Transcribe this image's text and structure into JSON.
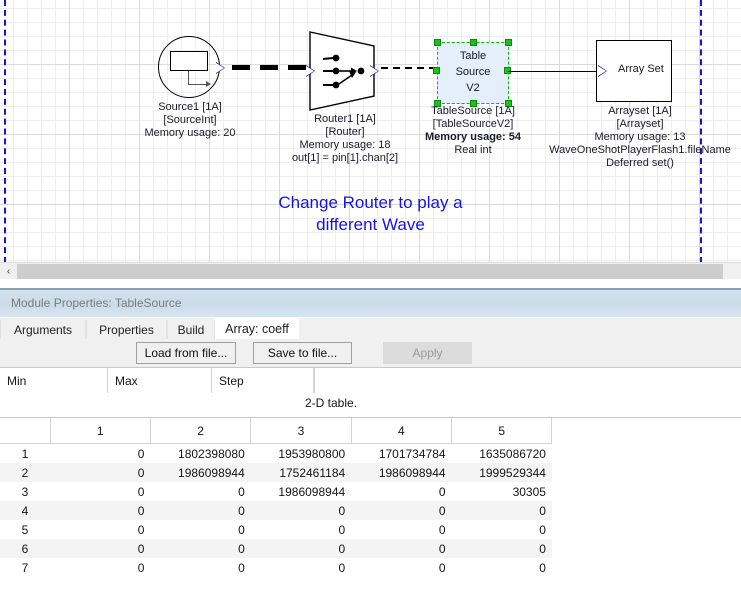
{
  "canvas": {
    "annotation_line1": "Change Router to play a",
    "annotation_line2": "different Wave",
    "nodes": [
      {
        "id": "source1",
        "symbol": "source-circle-icon",
        "label_lines": [
          "Source1 [1A]",
          "[SourceInt]",
          "Memory usage: 20"
        ]
      },
      {
        "id": "router1",
        "symbol": "router-trapezoid-icon",
        "label_lines": [
          "Router1 [1A]",
          "[Router]",
          "Memory usage: 18",
          "out[1] = pin[1].chan[2]"
        ]
      },
      {
        "id": "tablesource",
        "symbol": "table-source-block",
        "block_text_lines": [
          "Table",
          "Source",
          "V2"
        ],
        "selected": true,
        "label_lines": [
          "TableSource [1A]",
          "[TableSourceV2]",
          "Memory usage: 54",
          "Real int"
        ],
        "bold_label_index": 2
      },
      {
        "id": "arrayset",
        "symbol": "array-set-block",
        "block_text": "Array Set",
        "label_lines": [
          "Arrayset [1A]",
          "[Arrayset]",
          "Memory usage: 13",
          "WaveOneShotPlayerFlash1.fileName",
          "Deferred set()"
        ]
      }
    ],
    "scrollbar": {
      "left_arrow": "‹"
    }
  },
  "panel": {
    "title": "Module Properties: TableSource",
    "tabs": [
      {
        "label": "Arguments",
        "active": false
      },
      {
        "label": "Properties",
        "active": false
      },
      {
        "label": "Build",
        "active": false
      },
      {
        "label": "Array: coeff",
        "active": true
      }
    ],
    "buttons": {
      "load": "Load from file...",
      "save": "Save to file...",
      "apply": "Apply",
      "apply_disabled": true
    },
    "range_headers": {
      "min": "Min",
      "max": "Max",
      "step": "Step"
    },
    "table_caption": "2-D table."
  },
  "chart_data": {
    "type": "table",
    "title": "2-D table.",
    "columns": [
      "",
      "1",
      "2",
      "3",
      "4",
      "5"
    ],
    "rows": [
      {
        "index": "1",
        "values": [
          "0",
          "1802398080",
          "1953980800",
          "1701734784",
          "1635086720"
        ]
      },
      {
        "index": "2",
        "values": [
          "0",
          "1986098944",
          "1752461184",
          "1986098944",
          "1999529344"
        ]
      },
      {
        "index": "3",
        "values": [
          "0",
          "0",
          "1986098944",
          "0",
          "30305"
        ]
      },
      {
        "index": "4",
        "values": [
          "0",
          "0",
          "0",
          "0",
          "0"
        ]
      },
      {
        "index": "5",
        "values": [
          "0",
          "0",
          "0",
          "0",
          "0"
        ]
      },
      {
        "index": "6",
        "values": [
          "0",
          "0",
          "0",
          "0",
          "0"
        ]
      },
      {
        "index": "7",
        "values": [
          "0",
          "0",
          "0",
          "0",
          "0"
        ]
      }
    ]
  },
  "colors": {
    "annotation": "#1414e6",
    "selection_handle": "#15c415",
    "selected_fill": "#e4effb",
    "margin_guide": "#1414d2"
  }
}
